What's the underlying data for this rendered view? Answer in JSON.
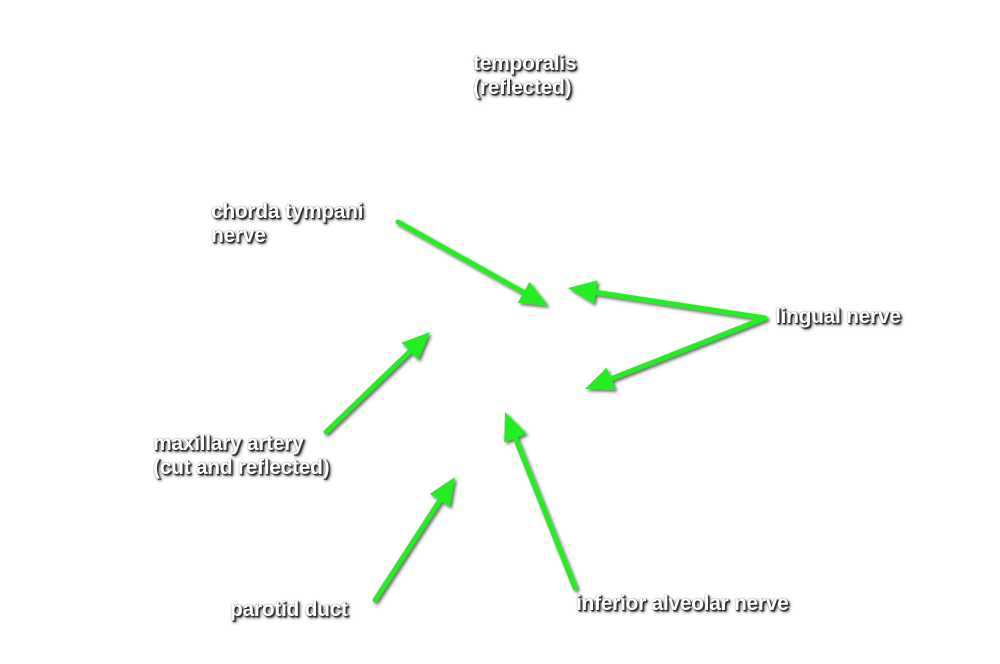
{
  "labels": {
    "temporalis": {
      "line1": "temporalis",
      "line2": "(reflected)"
    },
    "chorda_tympani": {
      "line1": "chorda tympani",
      "line2": "nerve"
    },
    "lingual": {
      "line1": "lingual nerve"
    },
    "maxillary": {
      "line1": "maxillary artery",
      "line2": "(cut and reflected)"
    },
    "parotid": {
      "line1": "parotid duct"
    },
    "inferior_alveolar": {
      "line1": "inferior alveolar nerve"
    }
  },
  "colors": {
    "arrow": "#22ee22",
    "label_text": "#ffffff",
    "label_shadow": "#333333",
    "background": "#ffffff"
  }
}
